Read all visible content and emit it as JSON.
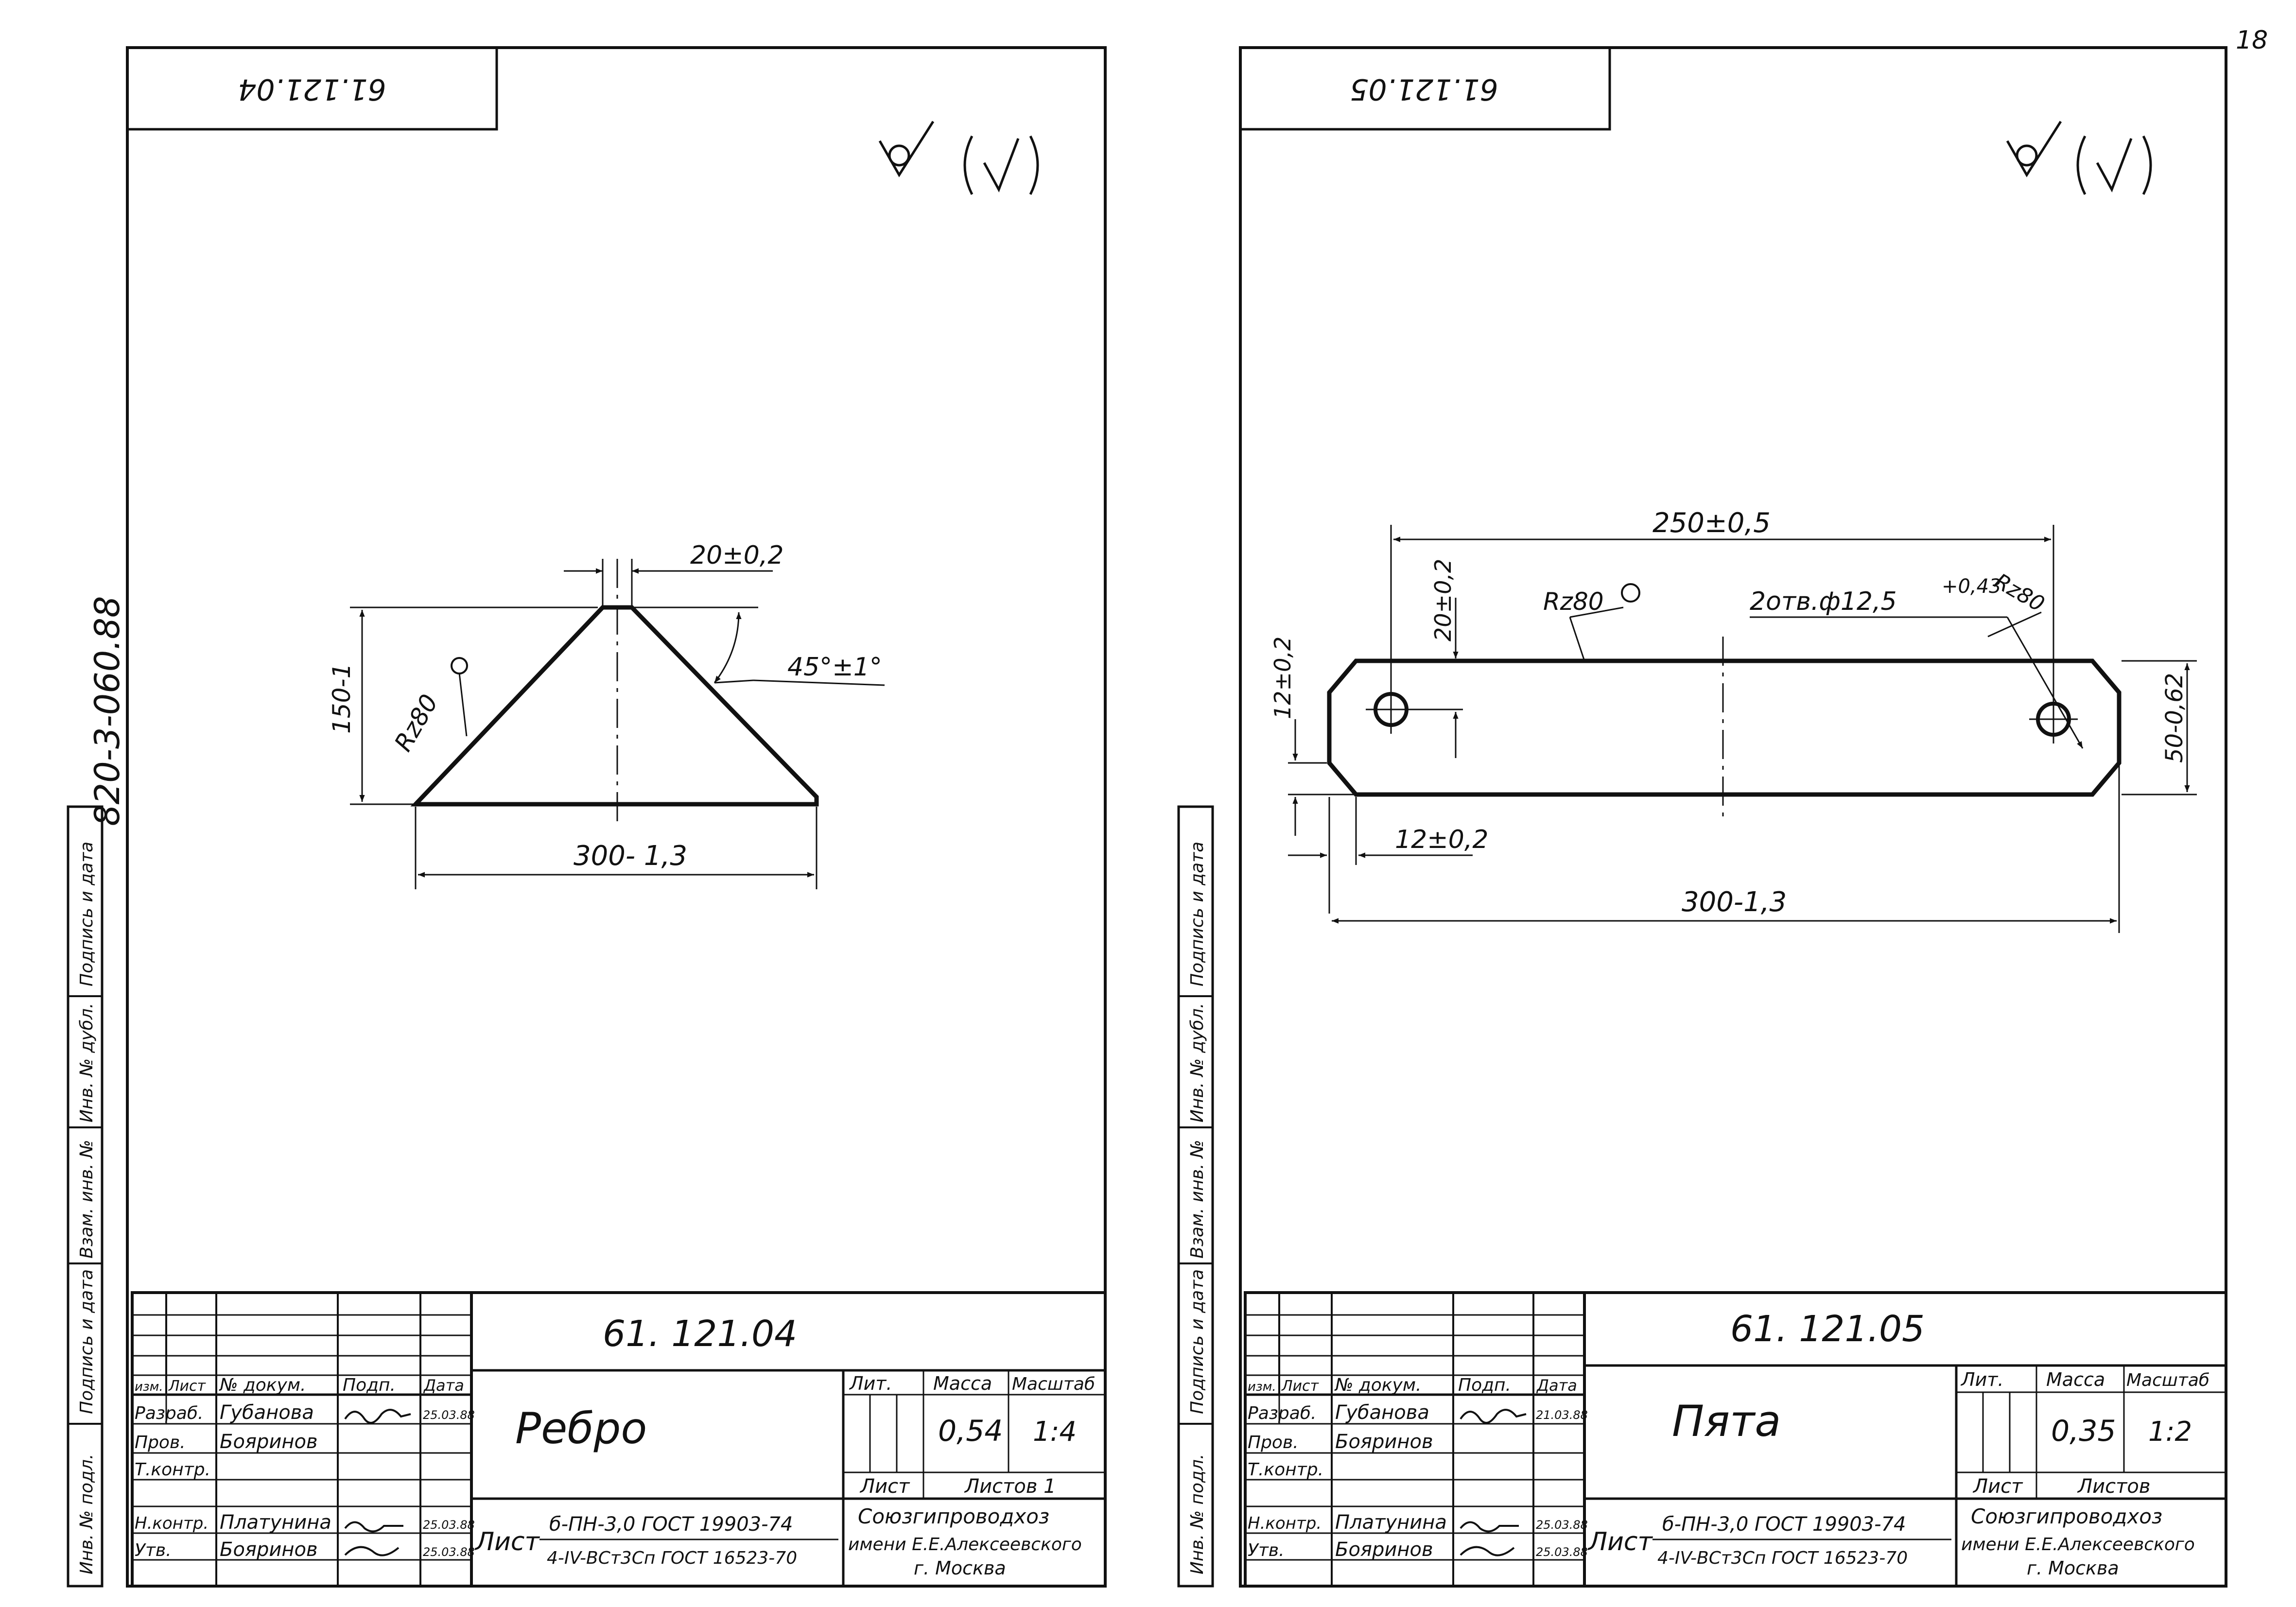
{
  "page_number": "18",
  "series_code": "820-3-060.88",
  "colors": {
    "ink": "#111111",
    "paper": "#ffffff"
  },
  "side_labels": {
    "inv_podl": "Инв. № подл.",
    "podpis_data": "Подпись и дата",
    "vzam_inv": "Взам. инв. №",
    "inv_dubl": "Инв. № дубл."
  },
  "sheets": [
    {
      "corner_code": "61.121.04",
      "surface_symbol": "surface-roughness-symbol",
      "dimensions": {
        "top_width": "20±0,2",
        "angle": "45°±1°",
        "height": "150-1",
        "roughness": "Rz80",
        "base": "300- 1,3"
      },
      "title_block": {
        "designation": "61. 121.04",
        "name": "Ребро",
        "header_cells": [
          "изм.",
          "Лист",
          "№ докум.",
          "Подп.",
          "Дата"
        ],
        "roles": [
          "Разраб.",
          "Пров.",
          "Т.контр.",
          "",
          "Н.контр.",
          "Утв."
        ],
        "people": [
          "Губанова",
          "Бояринов",
          "",
          "",
          "Платунина",
          "Бояринов"
        ],
        "dates": [
          "25.03.88",
          "",
          "",
          "",
          "25.03.88",
          "25.03.88"
        ],
        "lit_label": "Лит.",
        "mass_label": "Масса",
        "scale_label": "Масштаб",
        "mass": "0,54",
        "scale": "1:4",
        "sheet_label": "Лист",
        "sheets_label": "Листов 1",
        "material_prefix": "Лист",
        "material_top": "б-ПН-3,0 ГОСТ 19903-74",
        "material_bottom": "4-IV-ВСт3Сп ГОСТ 16523-70",
        "org_line1": "Союзгипроводхоз",
        "org_line2": "имени Е.Е.Алексеевского",
        "org_line3": "г. Москва"
      }
    },
    {
      "corner_code": "61.121.05",
      "surface_symbol": "surface-roughness-symbol",
      "dimensions": {
        "length_holes": "250±0,5",
        "hole_offset_top": "20±0,2",
        "roughness_top": "Rz80",
        "holes": "2отв.ф12,5",
        "holes_tol": "+0,43",
        "roughness_hole": "Rz80",
        "left_vertical": "12±0,2",
        "chamfer": "12±0,2",
        "width": "50-0,62",
        "length": "300-1,3"
      },
      "title_block": {
        "designation": "61. 121.05",
        "name": "Пята",
        "header_cells": [
          "изм.",
          "Лист",
          "№ докум.",
          "Подп.",
          "Дата"
        ],
        "roles": [
          "Разраб.",
          "Пров.",
          "Т.контр.",
          "",
          "Н.контр.",
          "Утв."
        ],
        "people": [
          "Губанова",
          "Бояринов",
          "",
          "",
          "Платунина",
          "Бояринов"
        ],
        "dates": [
          "21.03.88",
          "",
          "",
          "",
          "25.03.88",
          "25.03.88"
        ],
        "lit_label": "Лит.",
        "mass_label": "Масса",
        "scale_label": "Масштаб",
        "mass": "0,35",
        "scale": "1:2",
        "sheet_label": "Лист",
        "sheets_label": "Листов",
        "material_prefix": "Лист",
        "material_top": "б-ПН-3,0 ГОСТ 19903-74",
        "material_bottom": "4-IV-ВСт3Сп ГОСТ 16523-70",
        "org_line1": "Союзгипроводхоз",
        "org_line2": "имени Е.Е.Алексеевского",
        "org_line3": "г. Москва"
      }
    }
  ]
}
